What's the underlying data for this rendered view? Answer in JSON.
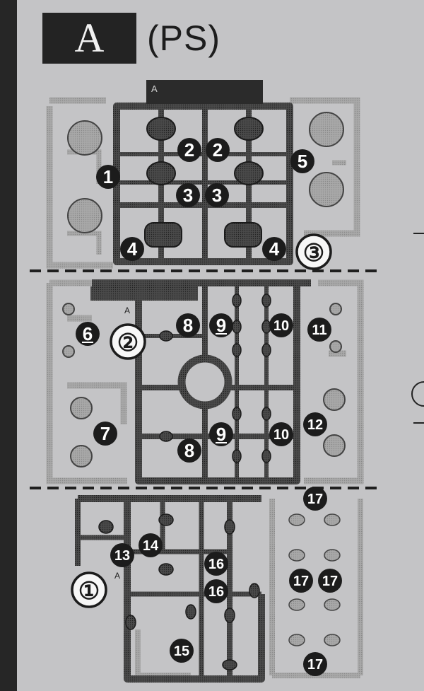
{
  "header": {
    "sprue_letter": "A",
    "material_code": "(PS)"
  },
  "sprue_tags": [
    "A",
    "A",
    "A"
  ],
  "section_markers": [
    "③",
    "②",
    "①"
  ],
  "part_numbers_filled": [
    "1",
    "2",
    "2",
    "3",
    "3",
    "4",
    "4",
    "5",
    "6",
    "7",
    "8",
    "8",
    "9",
    "9",
    "10",
    "10",
    "11",
    "12",
    "13",
    "14",
    "15",
    "16",
    "16",
    "17",
    "17",
    "17",
    "17"
  ],
  "colors": {
    "background": "#c4c4c6",
    "frame_dark": "#3a3a3a",
    "frame_light": "#9e9e9e",
    "badge": "#1c1c1c",
    "badge_text": "#ffffff"
  }
}
